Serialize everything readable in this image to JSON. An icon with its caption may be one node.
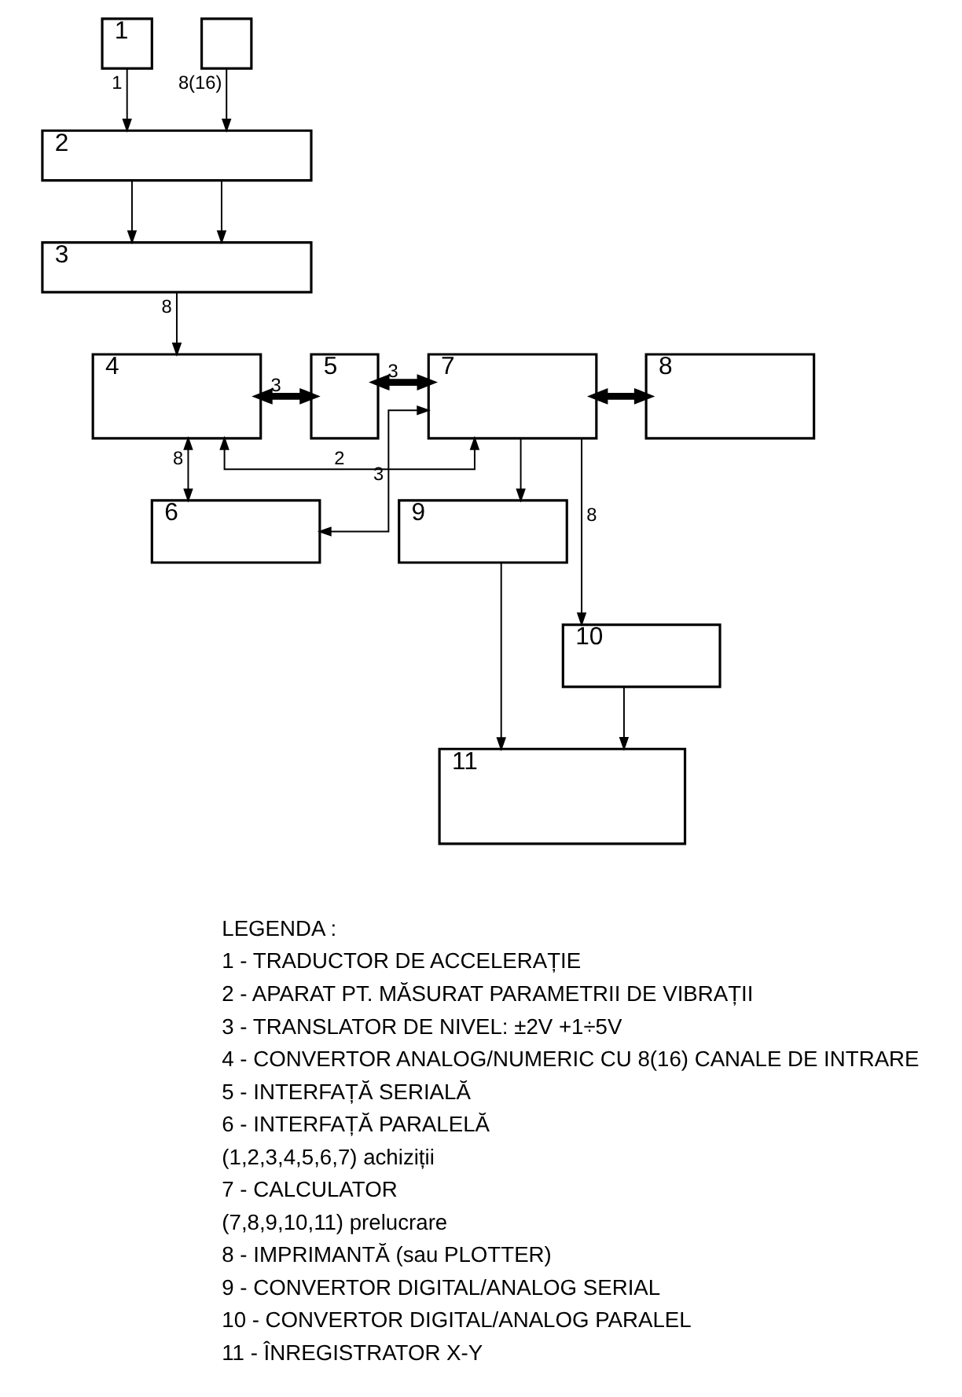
{
  "diagram": {
    "nodes": [
      {
        "text": [
          "1"
        ]
      },
      {
        "text": [],
        "shape": "box"
      },
      {
        "text": [
          "2"
        ]
      },
      {
        "text": [
          "3"
        ]
      },
      {
        "text": [
          "4"
        ]
      },
      {
        "text": [
          "5"
        ]
      },
      {
        "text": [
          "7"
        ]
      },
      {
        "text": [
          "8"
        ]
      },
      {
        "text": [
          "6"
        ]
      },
      {
        "text": [
          "9"
        ]
      },
      {
        "text": [
          "10"
        ]
      },
      {
        "text": [
          "11"
        ]
      }
    ],
    "edges": [
      {
        "from": 0,
        "to": 2,
        "arrow": "to",
        "label": "1"
      },
      {
        "from": 1,
        "to": 2,
        "arrow": "to",
        "label": "8(16)"
      },
      {
        "from": 2,
        "to": 3,
        "arrow": "to"
      },
      {
        "from": 2,
        "to": 3,
        "arrow": "to"
      },
      {
        "from": 3,
        "to": 4,
        "arrow": "to",
        "label": "8"
      },
      {
        "from": 4,
        "to": 5,
        "arrow": "both",
        "label": "3",
        "style": "thick"
      },
      {
        "from": 5,
        "to": 6,
        "arrow": "both",
        "label": "3",
        "style": "thick"
      },
      {
        "from": 6,
        "to": 7,
        "arrow": "both",
        "style": "thick"
      },
      {
        "from": 4,
        "to": 8,
        "arrow": "both",
        "label": "8"
      },
      {
        "from": 4,
        "to": 6,
        "arrow": "both",
        "label": "2"
      },
      {
        "from": 8,
        "to": 6,
        "arrow": "both",
        "label": "3"
      },
      {
        "from": 6,
        "to": 9,
        "arrow": "to"
      },
      {
        "from": 6,
        "to": 10,
        "arrow": "to",
        "label": "8"
      },
      {
        "from": 10,
        "to": 11,
        "arrow": "to"
      },
      {
        "from": 9,
        "to": 11,
        "arrow": "to"
      }
    ],
    "labels": [
      "LEGENDA :",
      "1 - TRADUCTOR DE ACCELERAȚIE",
      "2 - APARAT PT. MĂSURAT PARAMETRII DE VIBRAȚII",
      "3 - TRANSLATOR DE NIVEL: ±2V +1÷5V",
      "4 - CONVERTOR ANALOG/NUMERIC CU 8(16) CANALE DE INTRARE",
      "5 - INTERFAȚĂ SERIALĂ",
      "6 - INTERFAȚĂ PARALELĂ",
      "(1,2,3,4,5,6,7) achiziții",
      "7 - CALCULATOR",
      "(7,8,9,10,11) prelucrare",
      "8 - IMPRIMANTĂ (sau PLOTTER)",
      "9 - CONVERTOR DIGITAL/ANALOG SERIAL",
      "10 - CONVERTOR DIGITAL/ANALOG PARALEL",
      "11 - ÎNREGISTRATOR X-Y"
    ]
  }
}
